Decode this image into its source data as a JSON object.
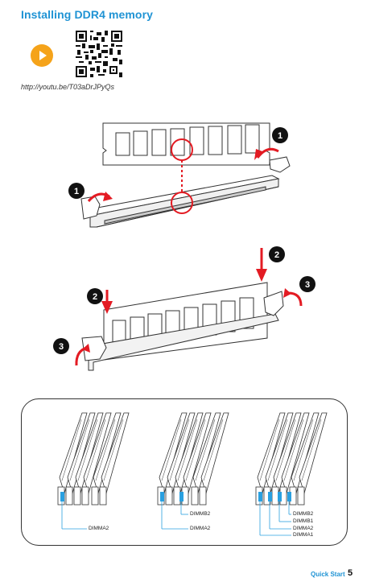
{
  "page": {
    "title": "Installing DDR4 memory",
    "video_url": "http://youtu.be/T03aDrJPyQs",
    "footer_label": "Quick Start",
    "page_number": "5"
  },
  "steps": {
    "step1": "1",
    "step2": "2",
    "step3": "3"
  },
  "diagram": {
    "config1": [
      "DIMMA2"
    ],
    "config2": [
      "DIMMB2",
      "DIMMA2"
    ],
    "config3": [
      "DIMMB2",
      "DIMMB1",
      "DIMMA2",
      "DIMMA1"
    ]
  },
  "icons": {
    "play": "play-icon",
    "qr": "qr-code"
  },
  "colors": {
    "accent": "#1f93d4",
    "play": "#f5a31a",
    "marker": "#e31b23",
    "highlight": "#2aa0e0"
  }
}
